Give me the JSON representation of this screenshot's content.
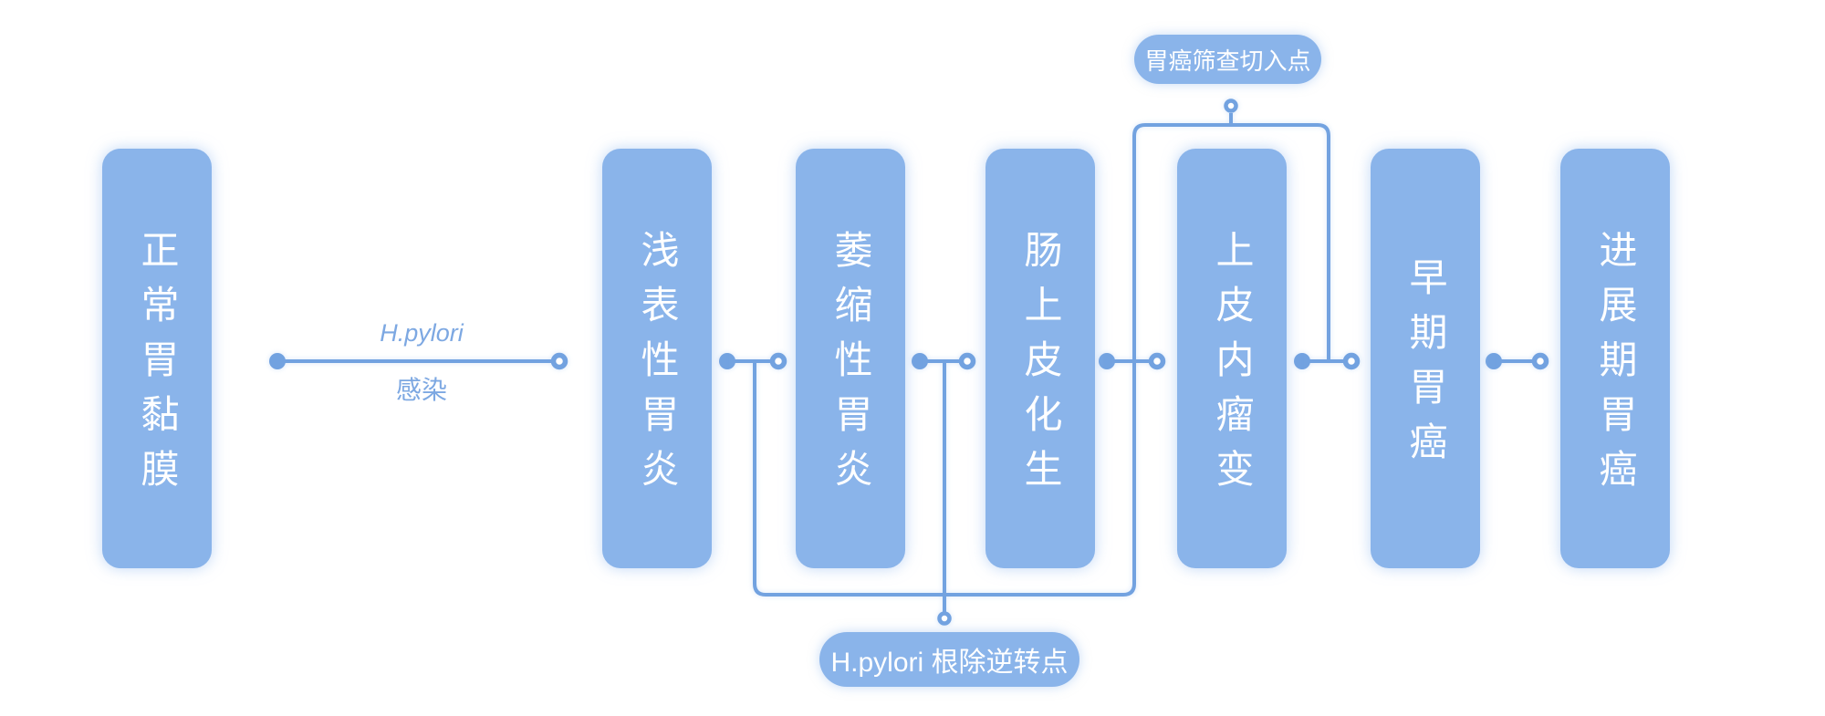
{
  "colors": {
    "background": "#FFFFFF",
    "node_fill": "#8AB4EA",
    "connector_line": "#72A2E0",
    "edge_label_text": "#7DA8E2",
    "node_text": "#FFFFFF"
  },
  "flow": {
    "stages": [
      {
        "label": "正常胃黏膜"
      },
      {
        "label": "浅表性胃炎"
      },
      {
        "label": "萎缩性胃炎"
      },
      {
        "label": "肠上皮化生"
      },
      {
        "label": "上皮内瘤变"
      },
      {
        "label": "早期胃癌"
      },
      {
        "label": "进展期胃癌"
      }
    ],
    "infection_edge": {
      "title": "H.pylori",
      "subtitle": "感染"
    },
    "annotations": {
      "screening_badge": "胃癌筛查切入点",
      "eradication_badge": "H.pylori 根除逆转点"
    }
  }
}
